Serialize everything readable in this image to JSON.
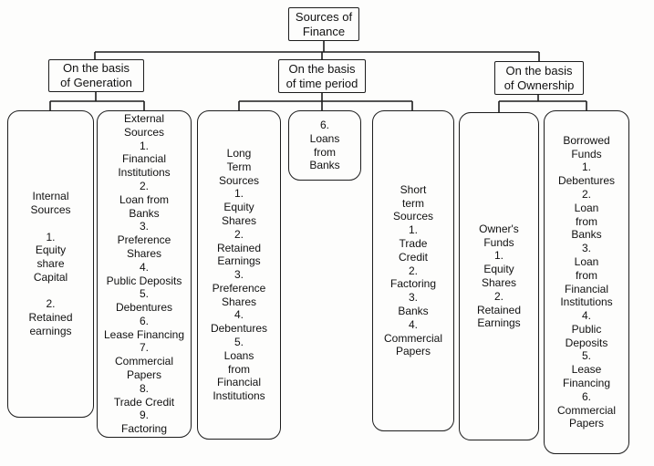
{
  "diagram": {
    "root_label": "Sources of\nFinance",
    "branch_headers": {
      "generation": "On the basis\nof Generation",
      "time_period": "On the basis\nof time period",
      "ownership": "On the basis\nof Ownership"
    },
    "boxes": {
      "internal_sources": "Internal\nSources\n\n1.\nEquity\nshare\nCapital\n\n2.\nRetained\nearnings",
      "external_sources": "External\nSources\n1.\nFinancial\nInstitutions\n2.\nLoan from\nBanks\n3.\nPreference\nShares\n4.\nPublic Deposits\n5.\nDebentures\n6.\nLease Financing\n7.\nCommercial\nPapers\n8.\nTrade Credit\n9.\nFactoring",
      "long_term_sources": "Long\nTerm\nSources\n1.\nEquity\nShares\n2.\nRetained\nEarnings\n3.\nPreference\nShares\n4.\nDebentures\n5.\nLoans\nfrom\nFinancial\nInstitutions",
      "loans_from_banks": "6.\nLoans\nfrom\nBanks",
      "short_term_sources": "Short\nterm\nSources\n1.\nTrade\nCredit\n2.\nFactoring\n3.\nBanks\n4.\nCommercial\nPapers",
      "owners_funds": "Owner's\nFunds\n1.\nEquity\nShares\n2.\nRetained\nEarnings",
      "borrowed_funds": "Borrowed\nFunds\n1.\nDebentures\n2.\nLoan\nfrom\nBanks\n3.\nLoan\nfrom\nFinancial\nInstitutions\n4.\nPublic\nDeposits\n5.\nLease\nFinancing\n6.\nCommercial\nPapers"
    },
    "line_color": "#1c1c1c"
  }
}
